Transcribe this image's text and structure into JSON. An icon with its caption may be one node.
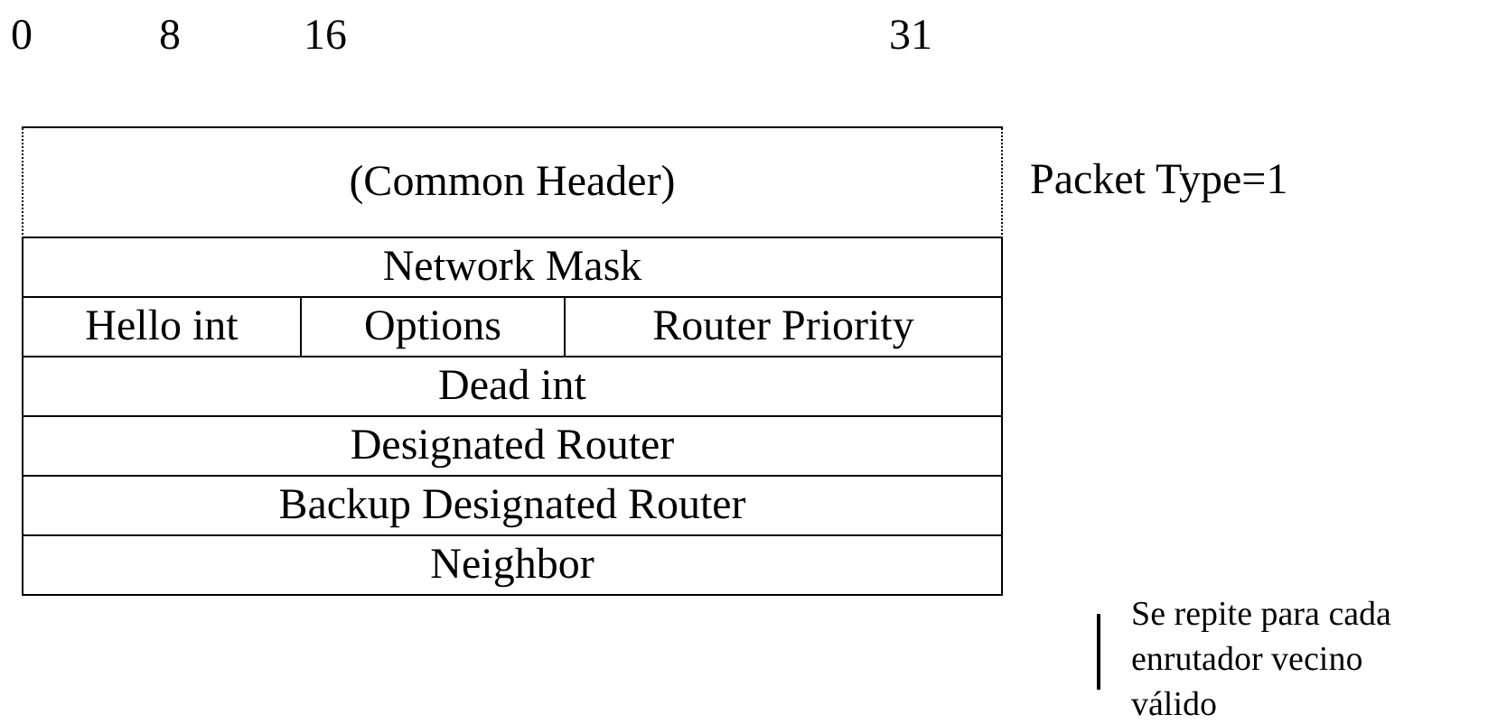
{
  "diagram": {
    "labels": [
      "0",
      "8",
      "16",
      "31",
      "(Common Header)",
      "Packet Type=1",
      "Network Mask",
      "Hello int",
      "Options",
      "Router Priority",
      "Dead int",
      "Designated Router",
      "Backup Designated Router",
      "Neighbor",
      "Se repite para cada enrutador vecino válido"
    ]
  }
}
